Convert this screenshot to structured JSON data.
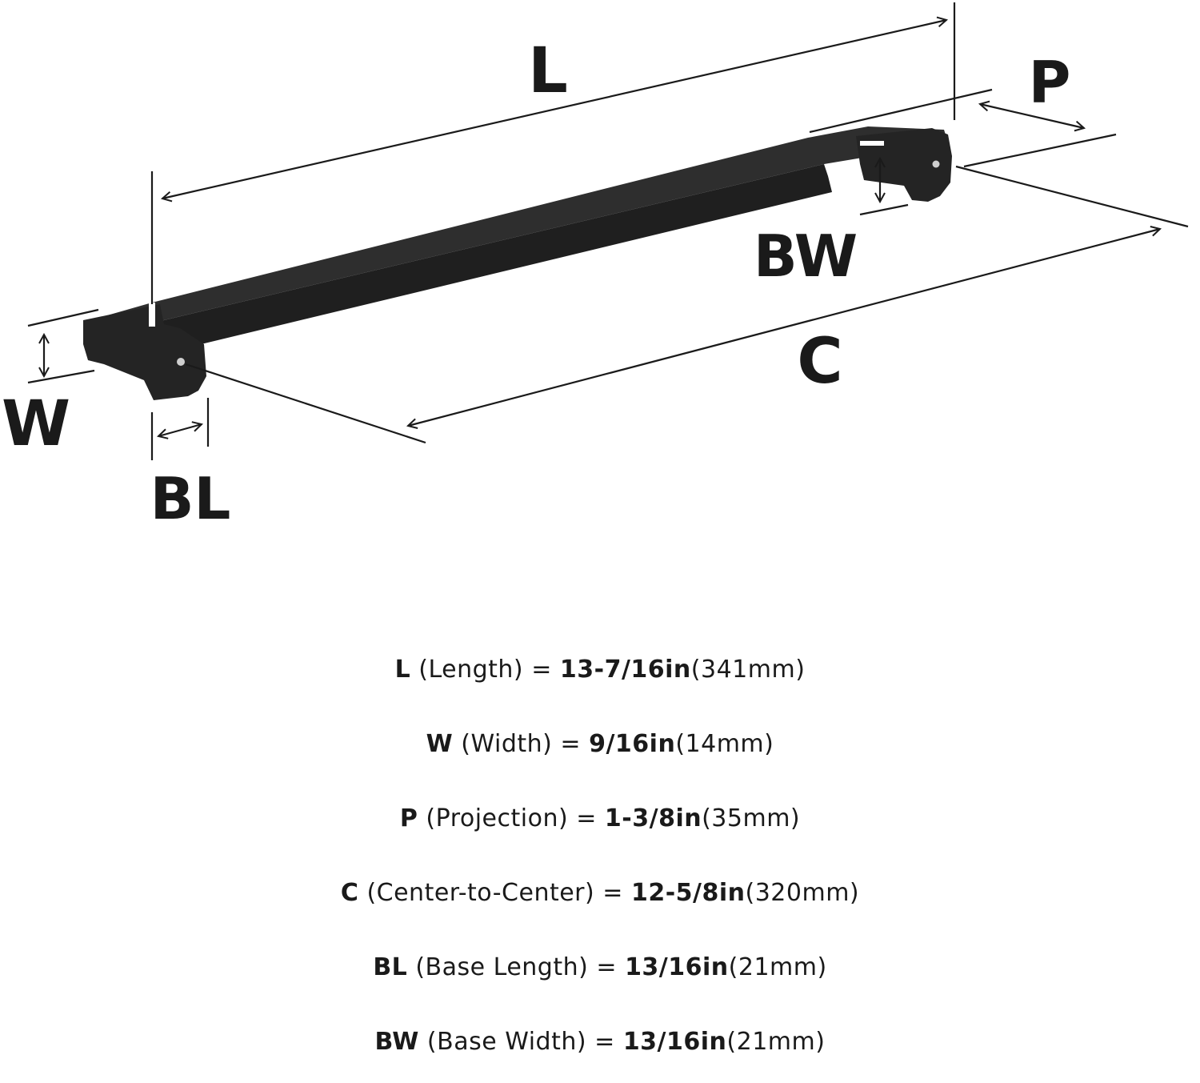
{
  "labels": {
    "L": "L",
    "P": "P",
    "BW": "BW",
    "C": "C",
    "W": "W",
    "BL": "BL"
  },
  "colors": {
    "ink": "#1a1a1a",
    "handle": "#232323",
    "background": "#ffffff"
  },
  "specs": [
    {
      "code": "L",
      "name": "(Length)",
      "eq": "=",
      "imperial": "13-7/16in",
      "metric": "(341mm)"
    },
    {
      "code": "W",
      "name": "(Width)",
      "eq": "=",
      "imperial": "9/16in",
      "metric": "(14mm)"
    },
    {
      "code": "P",
      "name": "(Projection)",
      "eq": "=",
      "imperial": "1-3/8in",
      "metric": "(35mm)"
    },
    {
      "code": "C",
      "name": "(Center-to-Center)",
      "eq": "=",
      "imperial": "12-5/8in",
      "metric": "(320mm)"
    },
    {
      "code": "BL",
      "name": "(Base Length)",
      "eq": "=",
      "imperial": "13/16in",
      "metric": "(21mm)"
    },
    {
      "code": "BW",
      "name": "(Base Width)",
      "eq": "=",
      "imperial": "13/16in",
      "metric": "(21mm)"
    }
  ]
}
